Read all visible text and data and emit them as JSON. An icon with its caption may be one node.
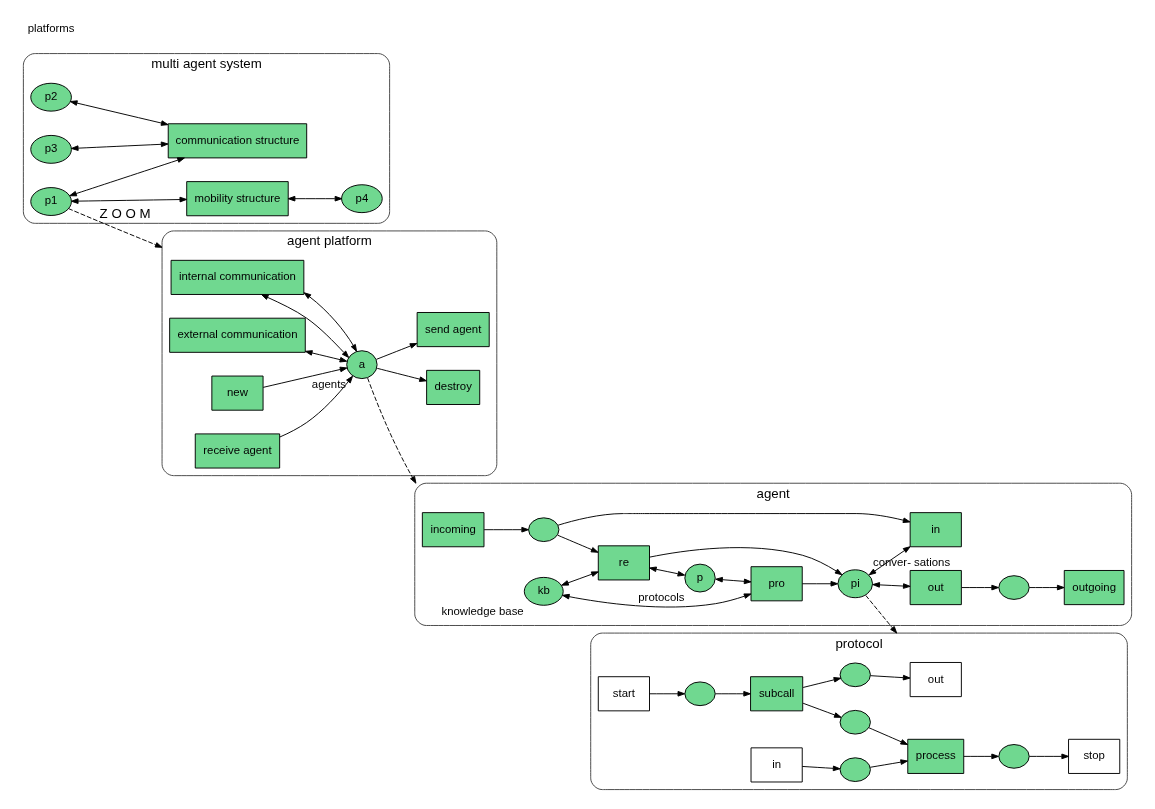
{
  "diagram": {
    "nodes": [
      {
        "text": [
          "multi agent system"
        ]
      },
      {
        "text": [
          "p2"
        ],
        "in": 0
      },
      {
        "text": [
          "p3"
        ],
        "in": 0
      },
      {
        "text": [
          "p1"
        ],
        "in": 0
      },
      {
        "text": [
          "communication structure"
        ],
        "in": 0
      },
      {
        "text": [
          "mobility structure"
        ],
        "in": 0
      },
      {
        "text": [
          "p4"
        ],
        "in": 0
      },
      {
        "text": [
          "agent platform"
        ]
      },
      {
        "text": [
          "internal communication"
        ],
        "in": 7
      },
      {
        "text": [
          "external communication"
        ],
        "in": 7
      },
      {
        "text": [
          "new"
        ],
        "in": 7
      },
      {
        "text": [
          "a"
        ],
        "in": 7,
        "beside": [
          "agents"
        ]
      },
      {
        "text": [
          "destroy"
        ],
        "in": 7
      },
      {
        "text": [
          "receive agent"
        ],
        "in": 7
      },
      {
        "text": [
          "send agent"
        ],
        "in": 7
      },
      {
        "text": [
          "agent"
        ]
      },
      {
        "text": [
          "incoming"
        ],
        "in": 15
      },
      {
        "text": [
          "outgoing"
        ],
        "in": 15
      },
      {
        "text": [
          "kb"
        ],
        "in": 15,
        "beside": [
          "knowledge base"
        ]
      },
      {
        "text": [],
        "shape": "circle",
        "in": 15
      },
      {
        "text": [
          "re"
        ],
        "in": 15
      },
      {
        "text": [
          "p"
        ],
        "in": 15,
        "beside": [
          "protocols"
        ]
      },
      {
        "text": [
          "pro"
        ],
        "in": 15
      },
      {
        "text": [],
        "shape": "circle",
        "in": 15
      },
      {
        "text": [
          "pi"
        ],
        "in": 15,
        "beside": [
          "conver- sations"
        ]
      },
      {
        "text": [
          "in"
        ],
        "in": 15
      },
      {
        "text": [
          "out"
        ],
        "in": 15
      },
      {
        "text": [
          "protocol"
        ]
      },
      {
        "text": [
          "out"
        ],
        "in": 27
      },
      {
        "text": [
          "in"
        ],
        "in": 27
      },
      {
        "text": [],
        "shape": "circle",
        "in": 27
      },
      {
        "text": [],
        "shape": "circle",
        "in": 27
      },
      {
        "text": [
          "start"
        ],
        "in": 27
      },
      {
        "text": [],
        "shape": "circle",
        "in": 27
      },
      {
        "text": [
          "subcall"
        ],
        "in": 27
      },
      {
        "text": [],
        "shape": "circle",
        "in": 27
      },
      {
        "text": [
          "process"
        ],
        "in": 27
      },
      {
        "text": [],
        "shape": "circle",
        "in": 27
      },
      {
        "text": [
          "stop"
        ],
        "in": 27
      }
    ],
    "edges": [
      {
        "from": 1,
        "to": 4,
        "arrow": "both"
      },
      {
        "from": 2,
        "to": 4,
        "arrow": "both"
      },
      {
        "from": 3,
        "to": 4,
        "arrow": "both"
      },
      {
        "from": 3,
        "to": 5,
        "arrow": "both"
      },
      {
        "from": 5,
        "to": 6,
        "arrow": "both"
      },
      {
        "from": 3,
        "to": 7,
        "arrow": "to",
        "style": "dashed",
        "label": "Z O O M"
      },
      {
        "from": 8,
        "to": 11,
        "arrow": "both"
      },
      {
        "from": 8,
        "to": 11,
        "arrow": "both"
      },
      {
        "from": 9,
        "to": 11,
        "arrow": "both"
      },
      {
        "from": 10,
        "to": 11,
        "arrow": "to"
      },
      {
        "from": 11,
        "to": 12,
        "arrow": "to"
      },
      {
        "from": 13,
        "to": 11,
        "arrow": "to"
      },
      {
        "from": 11,
        "to": 14,
        "arrow": "to"
      },
      {
        "from": 11,
        "to": 15,
        "arrow": "to",
        "style": "dashed"
      },
      {
        "from": 16,
        "to": 19,
        "arrow": "to"
      },
      {
        "from": 19,
        "to": 20,
        "arrow": "to"
      },
      {
        "from": 19,
        "to": 25,
        "arrow": "to"
      },
      {
        "from": 18,
        "to": 20,
        "arrow": "both"
      },
      {
        "from": 18,
        "to": 22,
        "arrow": "both"
      },
      {
        "from": 20,
        "to": 21,
        "arrow": "both"
      },
      {
        "from": 21,
        "to": 22,
        "arrow": "both"
      },
      {
        "from": 20,
        "to": 24,
        "arrow": "to"
      },
      {
        "from": 22,
        "to": 24,
        "arrow": "to"
      },
      {
        "from": 24,
        "to": 25,
        "arrow": "both"
      },
      {
        "from": 24,
        "to": 26,
        "arrow": "both"
      },
      {
        "from": 26,
        "to": 23,
        "arrow": "to"
      },
      {
        "from": 23,
        "to": 17,
        "arrow": "to"
      },
      {
        "from": 24,
        "to": 27,
        "arrow": "to",
        "style": "dashed"
      },
      {
        "from": 32,
        "to": 33,
        "arrow": "to"
      },
      {
        "from": 33,
        "to": 34,
        "arrow": "to"
      },
      {
        "from": 34,
        "to": 35,
        "arrow": "to"
      },
      {
        "from": 35,
        "to": 36,
        "arrow": "to"
      },
      {
        "from": 36,
        "to": 37,
        "arrow": "to"
      },
      {
        "from": 37,
        "to": 38,
        "arrow": "to"
      },
      {
        "from": 34,
        "to": 30,
        "arrow": "to"
      },
      {
        "from": 30,
        "to": 28,
        "arrow": "to"
      },
      {
        "from": 29,
        "to": 31,
        "arrow": "to"
      },
      {
        "from": 31,
        "to": 36,
        "arrow": "to"
      }
    ],
    "labels": [
      "platforms"
    ]
  }
}
